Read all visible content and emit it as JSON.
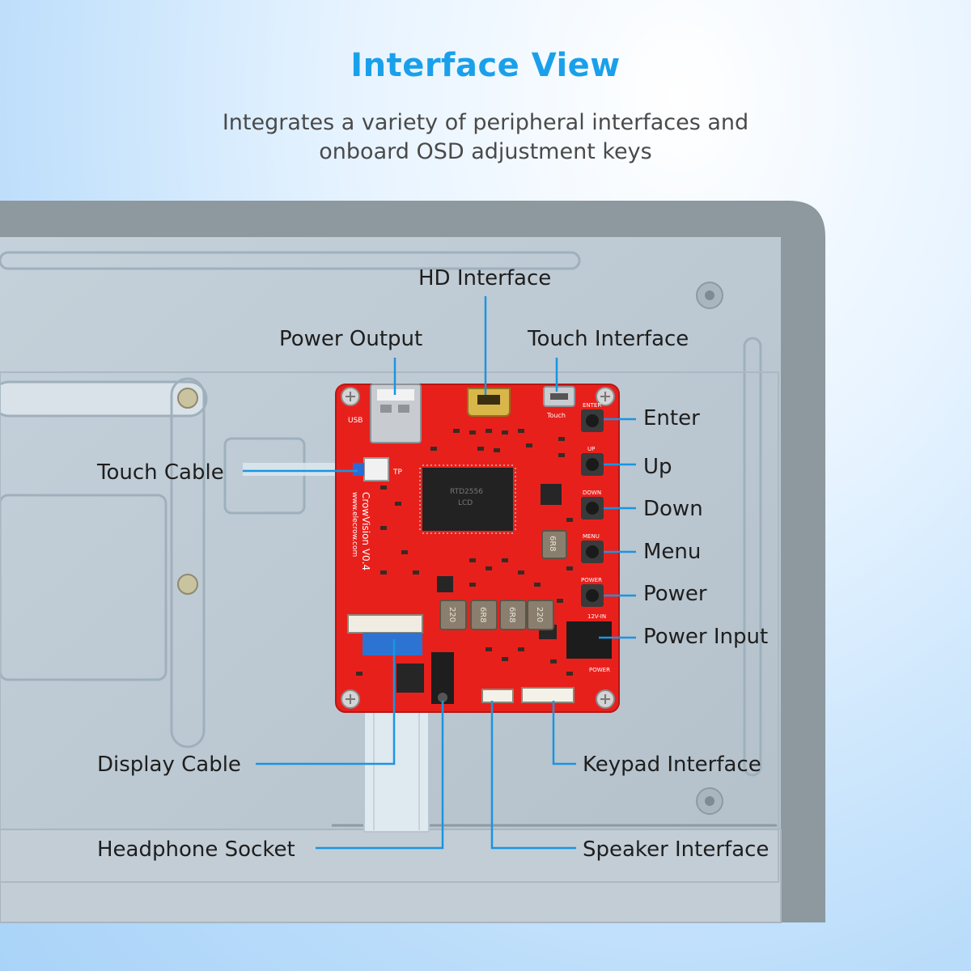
{
  "header": {
    "title": "Interface View",
    "subtitle_line1": "Integrates a variety of peripheral interfaces and",
    "subtitle_line2": "onboard OSD adjustment keys"
  },
  "labels": {
    "hd_interface": "HD Interface",
    "power_output": "Power Output",
    "touch_interface": "Touch Interface",
    "touch_cable": "Touch Cable",
    "enter": "Enter",
    "up": "Up",
    "down": "Down",
    "menu": "Menu",
    "power": "Power",
    "power_input": "Power Input",
    "display_cable": "Display Cable",
    "keypad_interface": "Keypad Interface",
    "headphone_socket": "Headphone Socket",
    "speaker_interface": "Speaker Interface"
  },
  "board": {
    "silk_brand": "CrowVision V0.4",
    "silk_url": "www.elecrow.com",
    "silk_usb": "USB",
    "silk_touch": "Touch",
    "silk_enter": "ENTER",
    "silk_up": "UP",
    "silk_down": "DOWN",
    "silk_menu": "MENU",
    "silk_power": "POWER",
    "silk_12v": "12V-IN",
    "silk_tp": "TP",
    "silk_power2": "POWER",
    "inductor_1": "220",
    "inductor_2": "6R8",
    "inductor_3": "6R8",
    "inductor_4": "220",
    "inductor_5": "6R8",
    "chip_text_1": "RTD2556",
    "chip_text_2": "LCD"
  },
  "colors": {
    "accent": "#1aa0ea",
    "leader": "#1a95e0",
    "pcb": "#e8201c",
    "panel": "#bcc9d3",
    "frame": "#8f9aa2"
  }
}
